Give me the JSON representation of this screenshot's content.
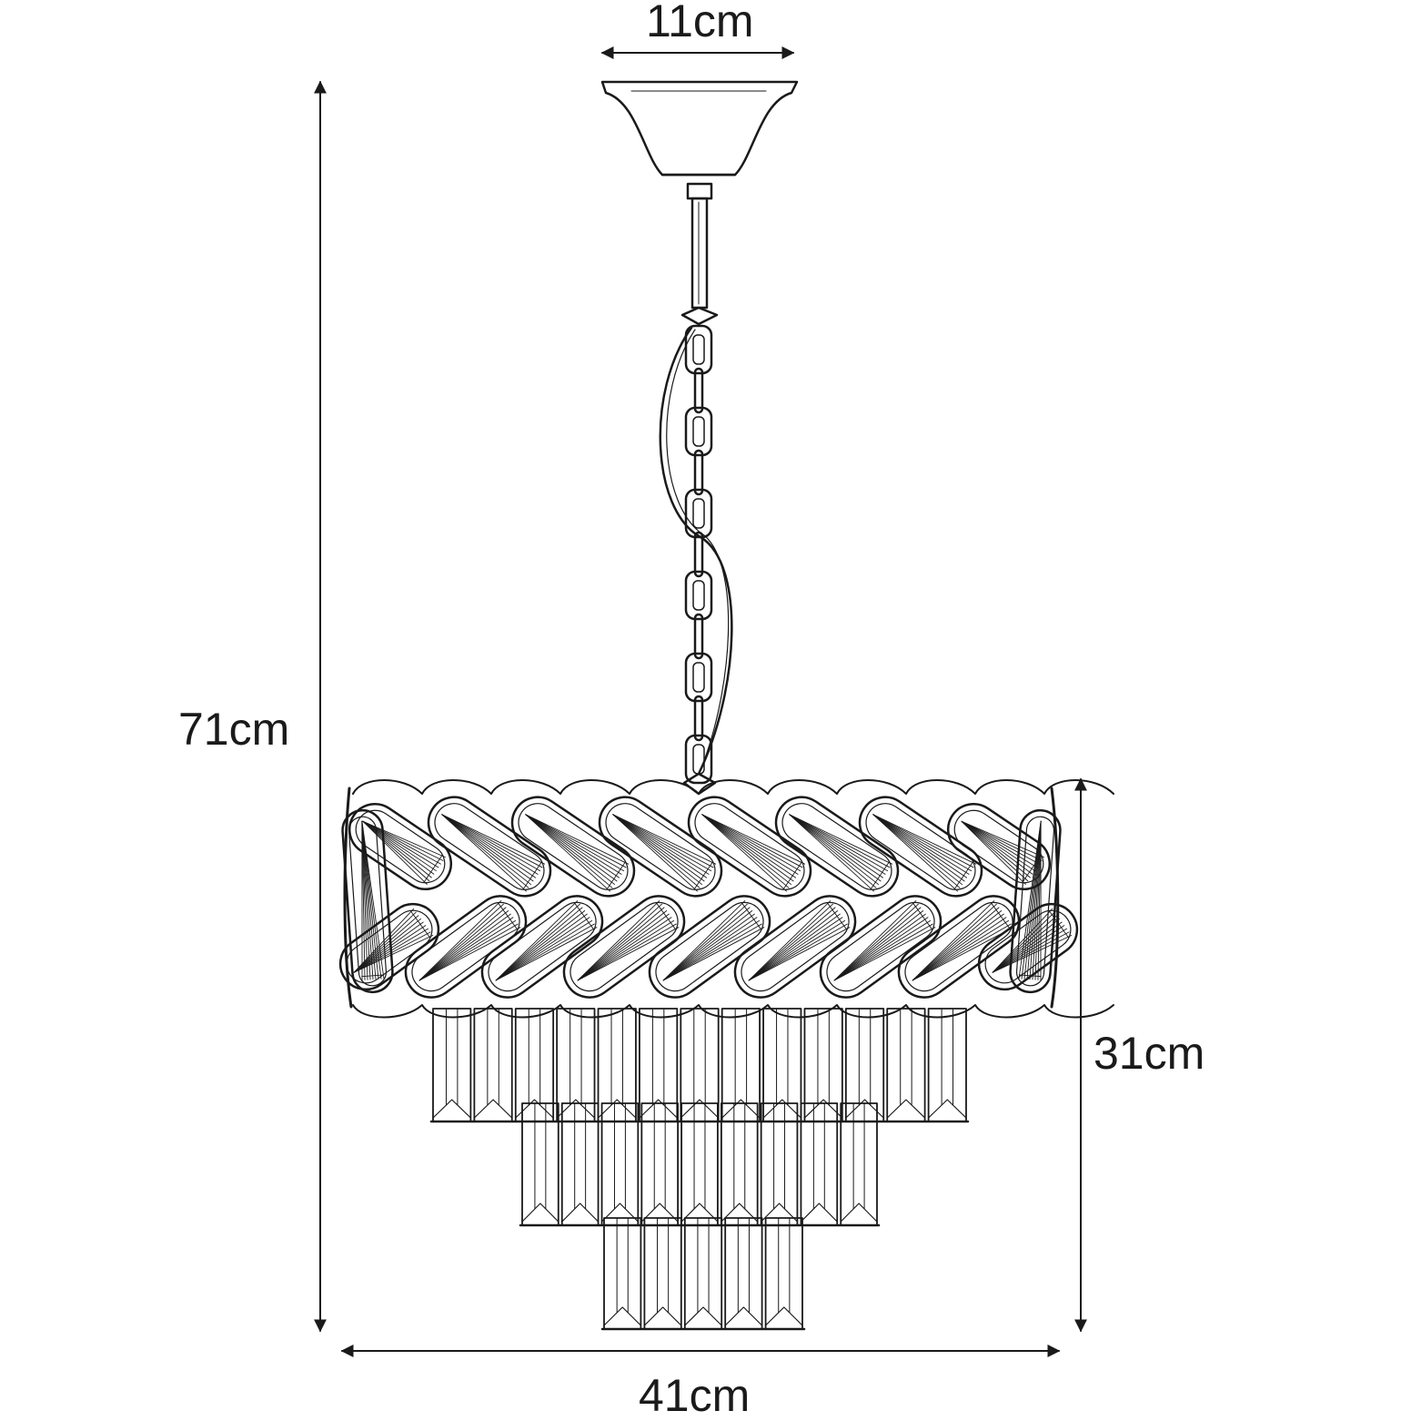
{
  "diagram": {
    "subject": "pendant chandelier",
    "line_color": "#1a1a1a",
    "background": "#ffffff"
  },
  "dimensions": {
    "canopy_width": "11cm",
    "total_height": "71cm",
    "body_height": "31cm",
    "body_width": "41cm"
  }
}
